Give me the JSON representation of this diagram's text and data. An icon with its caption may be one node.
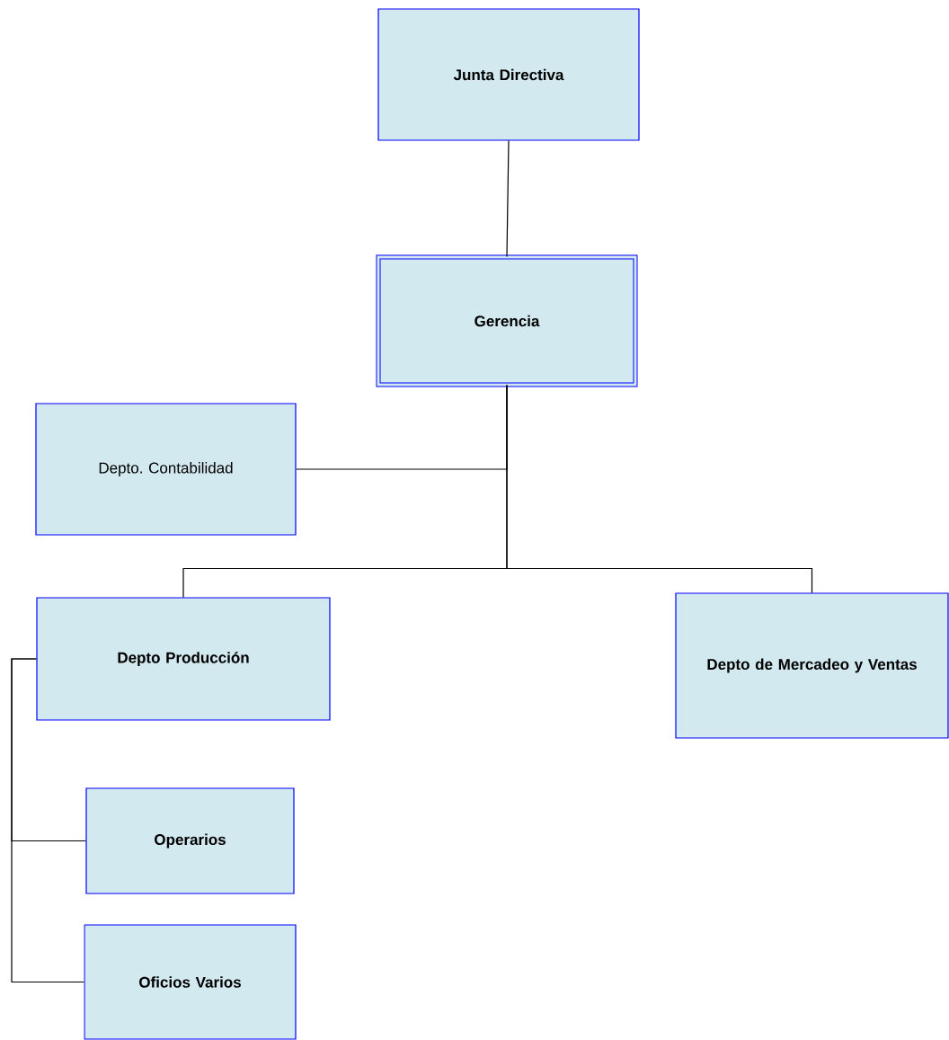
{
  "diagram": {
    "nodes": [
      {
        "text": [
          "Junta Directiva"
        ]
      },
      {
        "text": [
          "Gerencia"
        ]
      },
      {
        "text": [
          "Depto. Contabilidad"
        ]
      },
      {
        "text": [
          "Depto Producción"
        ]
      },
      {
        "text": [
          "Depto de Mercadeo y Ventas"
        ]
      },
      {
        "text": [
          "Operarios"
        ]
      },
      {
        "text": [
          "Oficios Varios"
        ]
      }
    ],
    "edges": [
      {
        "from": 0,
        "to": 1,
        "arrow": "none"
      },
      {
        "from": 1,
        "to": 2,
        "arrow": "none"
      },
      {
        "from": 1,
        "to": 3,
        "arrow": "none"
      },
      {
        "from": 1,
        "to": 4,
        "arrow": "none"
      },
      {
        "from": 3,
        "to": 5,
        "arrow": "none"
      },
      {
        "from": 3,
        "to": 6,
        "arrow": "none"
      }
    ]
  }
}
